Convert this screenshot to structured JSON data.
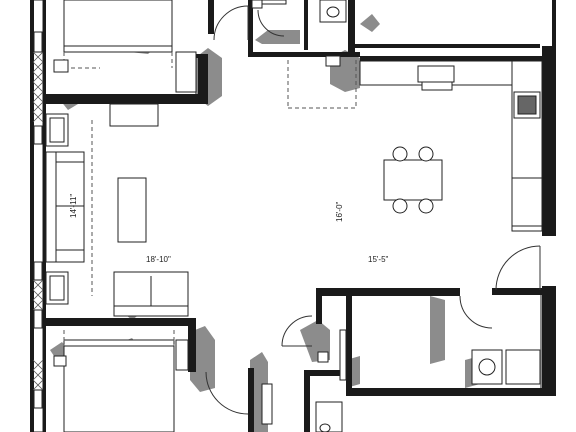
{
  "dimensions": {
    "living_width": "18'-10\"",
    "living_depth": "14'-11\"",
    "kitchen_width": "15'-5\"",
    "kitchen_depth": "16'-0\""
  },
  "colors": {
    "wall": "#1a1a1a",
    "shadow": "#8c8c8c",
    "line": "#222222"
  }
}
